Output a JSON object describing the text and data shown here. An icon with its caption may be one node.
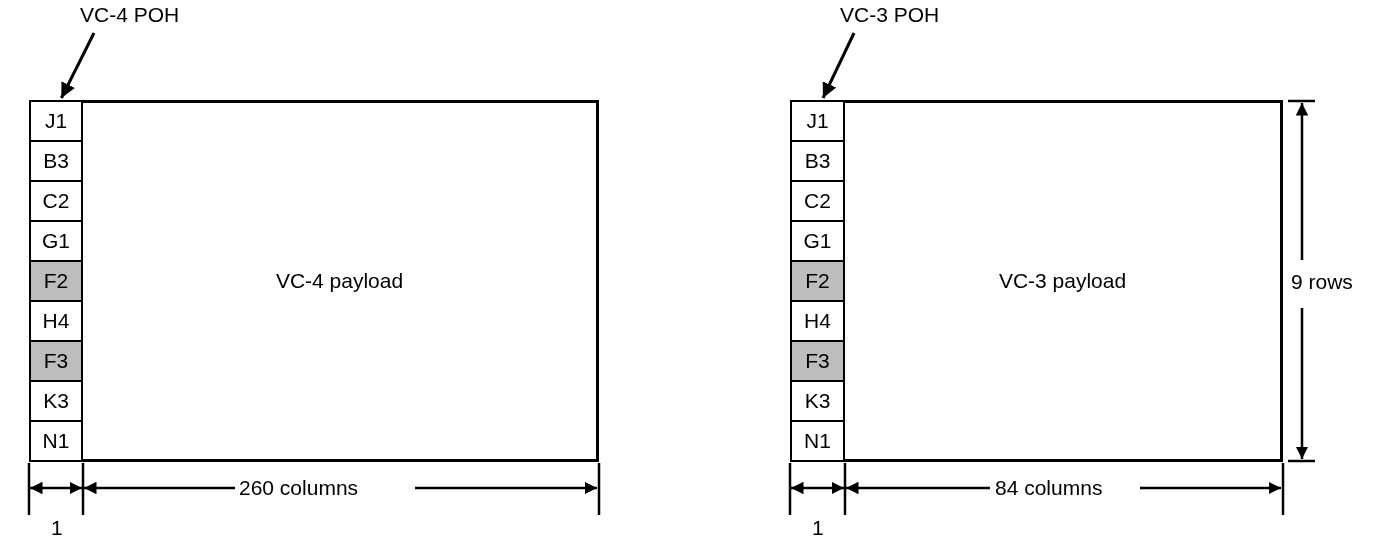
{
  "diagram": {
    "nodes": [
      {
        "text": [
          "VC-4 POH"
        ]
      },
      {
        "text": [],
        "shape": "box"
      },
      {
        "text": [
          "J1"
        ],
        "in": 1
      },
      {
        "text": [
          "B3"
        ],
        "in": 1
      },
      {
        "text": [
          "C2"
        ],
        "in": 1
      },
      {
        "text": [
          "G1"
        ],
        "in": 1
      },
      {
        "text": [
          "F2"
        ],
        "in": 1
      },
      {
        "text": [
          "H4"
        ],
        "in": 1
      },
      {
        "text": [
          "F3"
        ],
        "in": 1
      },
      {
        "text": [
          "K3"
        ],
        "in": 1
      },
      {
        "text": [
          "N1"
        ],
        "in": 1
      },
      {
        "text": [
          "VC-4 payload"
        ]
      },
      {
        "text": [
          "VC-3 POH"
        ]
      },
      {
        "text": [],
        "shape": "box"
      },
      {
        "text": [
          "J1"
        ],
        "in": 13
      },
      {
        "text": [
          "B3"
        ],
        "in": 13
      },
      {
        "text": [
          "C2"
        ],
        "in": 13
      },
      {
        "text": [
          "G1"
        ],
        "in": 13
      },
      {
        "text": [
          "F2"
        ],
        "in": 13
      },
      {
        "text": [
          "H4"
        ],
        "in": 13
      },
      {
        "text": [
          "F3"
        ],
        "in": 13
      },
      {
        "text": [
          "K3"
        ],
        "in": 13
      },
      {
        "text": [
          "N1"
        ],
        "in": 13
      },
      {
        "text": [
          "VC-3 payload"
        ]
      }
    ],
    "edges": [
      {
        "from": 0,
        "to": 1,
        "arrow": "to"
      },
      {
        "from": 12,
        "to": 13,
        "arrow": "to"
      }
    ],
    "labels": [
      "9 rows",
      "260 columns",
      "1",
      "84 columns",
      "1"
    ]
  }
}
